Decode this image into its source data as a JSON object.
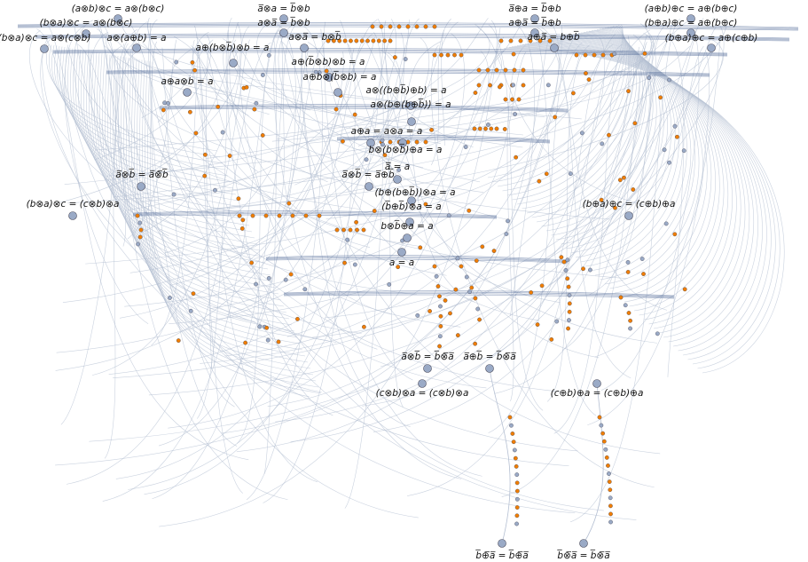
{
  "diagram": {
    "type": "proof-graph",
    "colors": {
      "edge": "#b4bfd2",
      "edge_heavy": "#4a6594",
      "axiom_node": "#9aaac6",
      "lemma_node_orange": "#f07d00",
      "lemma_node_gray": "#9aaac6",
      "node_stroke": "#4a4a5a"
    },
    "labels": [
      "(a⊗b)⊗c = a⊗(b⊗c)",
      "(b⊗a)⊗c = a⊗(b⊗c)",
      "(b⊗a)⊗c = a⊗(c⊗b)",
      "a⊗(a⊕b) = a",
      "a̅⊗a = b̅⊗b",
      "a⊗a̅ = b̅⊗b",
      "a⊗a̅ = b⊗b̅",
      "a⊕(b⊗b̅)⊗b = a",
      "a⊕(b̅⊗b)⊗b = a",
      "a⊕b⊗(b̅⊗b) = a",
      "a⊕a⊗b = a",
      "a⊗((b⊕b̅)⊕b) = a",
      "a⊗(b⊕(b⊕b̅)) = a",
      "a̅⊕a = b̅⊕b",
      "a⊕a̅ = b̅⊕b",
      "a⊕a̅ = b⊕b̅",
      "(a⊕b)⊕c = a⊕(b⊕c)",
      "(b⊕a)⊕c = a⊕(b⊕c)",
      "(b⊕a)⊕c = a⊕(c⊕b)",
      "a⊕a = a⊗a = a",
      "b⊗(b⊗b̅)⊕a = a",
      "a̅̅ = a",
      "a̅⊗b̅ = a̅⊕b̅",
      "a̅⊗b̅ = a̅⊗̅b̅",
      "(b⊕(b⊕b̅))⊗a = a",
      "(b̅⊕b̅)⊗a = a",
      "b⊗b̅⊕a = a",
      "a = a",
      "(b⊗a)⊗c = (c⊗b)⊗a",
      "(b⊕a)⊕c = (c⊕b)⊕a",
      "a̅⊗b̅ = b̅⊗̅a̅",
      "a̅⊕b̅ = b̅⊗̅a̅",
      "(c⊗b)⊗a = (c⊗b)⊗a",
      "(c⊕b)⊕a = (c⊕b)⊕a",
      "b̅⊕̅a̅ = b̅⊕̅a̅",
      "b̅⊗̅a̅ = b̅⊗̅a̅"
    ]
  }
}
